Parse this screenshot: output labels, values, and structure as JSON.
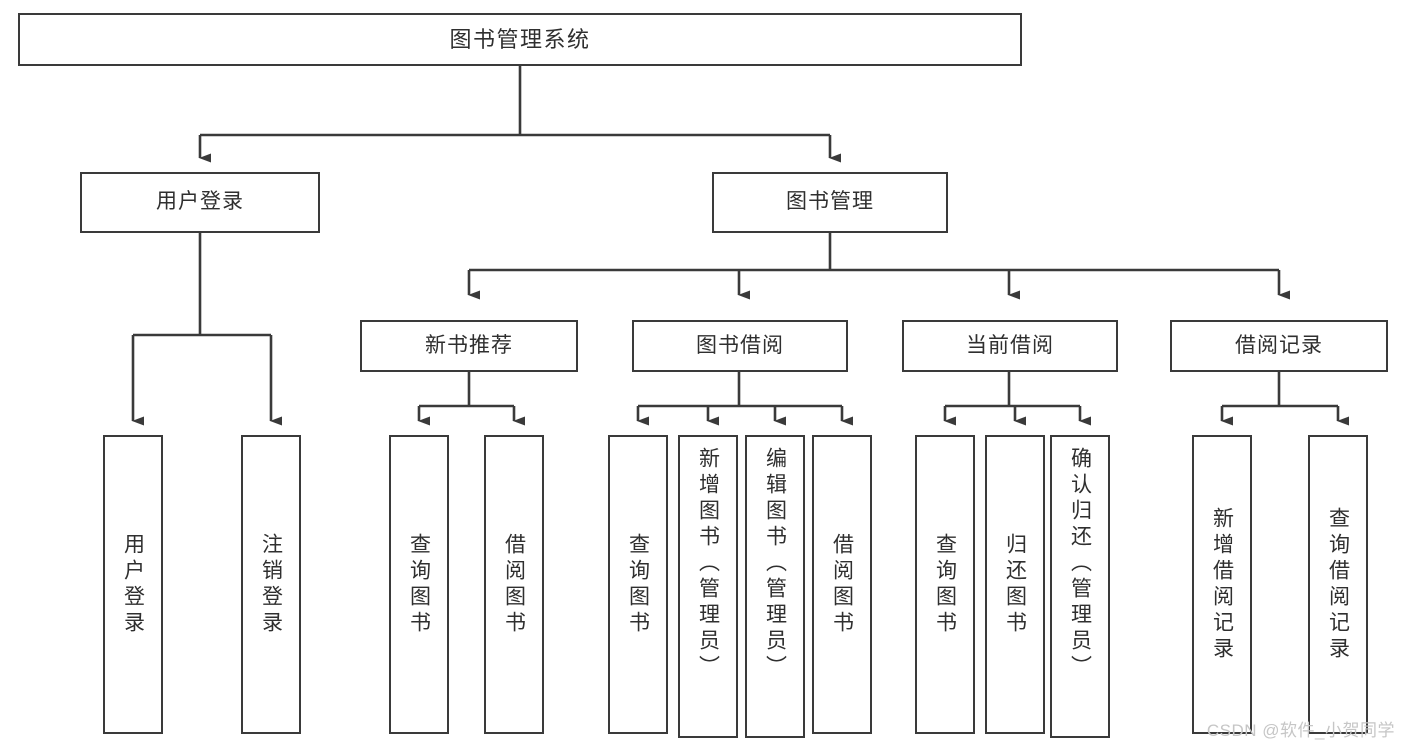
{
  "diagram": {
    "title": "图书管理系统",
    "type": "tree-hierarchy",
    "stroke_color": "#3a3a3a",
    "text_color": "#2f2f2f",
    "background": "#ffffff",
    "levels": {
      "root": {
        "label": "图书管理系统"
      },
      "level2": [
        {
          "label": "用户登录"
        },
        {
          "label": "图书管理"
        }
      ],
      "level3": [
        {
          "label": "新书推荐"
        },
        {
          "label": "图书借阅"
        },
        {
          "label": "当前借阅"
        },
        {
          "label": "借阅记录"
        }
      ],
      "leaves": [
        {
          "label": "用户登录",
          "parent": "用户登录"
        },
        {
          "label": "注销登录",
          "parent": "用户登录"
        },
        {
          "label": "查询图书",
          "parent": "新书推荐"
        },
        {
          "label": "借阅图书",
          "parent": "新书推荐"
        },
        {
          "label": "查询图书",
          "parent": "图书借阅"
        },
        {
          "label": "新增图书（管理员）",
          "parent": "图书借阅"
        },
        {
          "label": "编辑图书（管理员）",
          "parent": "图书借阅"
        },
        {
          "label": "借阅图书",
          "parent": "图书借阅"
        },
        {
          "label": "查询图书",
          "parent": "当前借阅"
        },
        {
          "label": "归还图书",
          "parent": "当前借阅"
        },
        {
          "label": "确认归还（管理员）",
          "parent": "当前借阅"
        },
        {
          "label": "新增借阅记录",
          "parent": "借阅记录"
        },
        {
          "label": "查询借阅记录",
          "parent": "借阅记录"
        }
      ]
    }
  },
  "watermark": {
    "text": "CSDN @软件_小贺同学"
  }
}
